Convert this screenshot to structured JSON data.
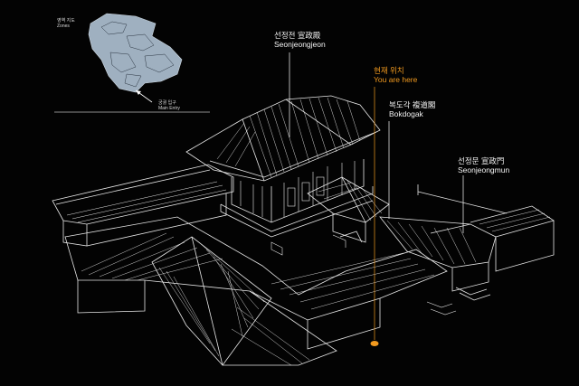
{
  "inset_map": {
    "zones_ko": "영역 지도",
    "zones_en": "Zones",
    "entry_ko": "궁궐 입구",
    "entry_en": "Main Entry"
  },
  "labels": {
    "seonjeongjeon": {
      "ko": "선정전 宣政殿",
      "en": "Seonjeongjeon"
    },
    "current": {
      "ko": "현재 위치",
      "en": "You are here"
    },
    "bokdogak": {
      "ko": "복도각 複道閣",
      "en": "Bokdogak"
    },
    "seonjeongmun": {
      "ko": "선정문 宣政門",
      "en": "Seonjeongmun"
    }
  },
  "colors": {
    "background": "#030303",
    "line": "#e8e8e8",
    "highlight": "#f29a1f",
    "map_fill": "#9fb0c0"
  }
}
